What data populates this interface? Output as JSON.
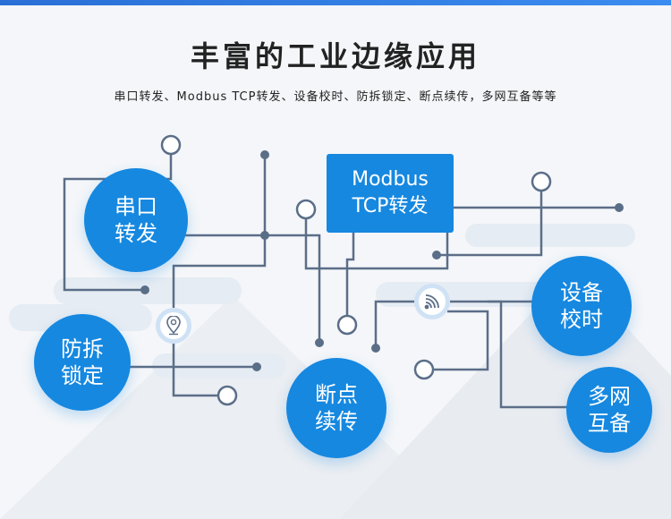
{
  "header": {
    "title": "丰富的工业边缘应用",
    "subtitle": "串口转发、Modbus TCP转发、设备校时、防拆锁定、断点续传，多网互备等等"
  },
  "features": {
    "serial": "串口转发",
    "modbus": "Modbus TCP转发",
    "timesync": "设备校时",
    "tamper": "防拆锁定",
    "resume": "断点续传",
    "multinet": "多网互备"
  },
  "colors": {
    "accent": "#1688e0",
    "line": "#5b6e88",
    "topbar": "#2a6fd6"
  }
}
